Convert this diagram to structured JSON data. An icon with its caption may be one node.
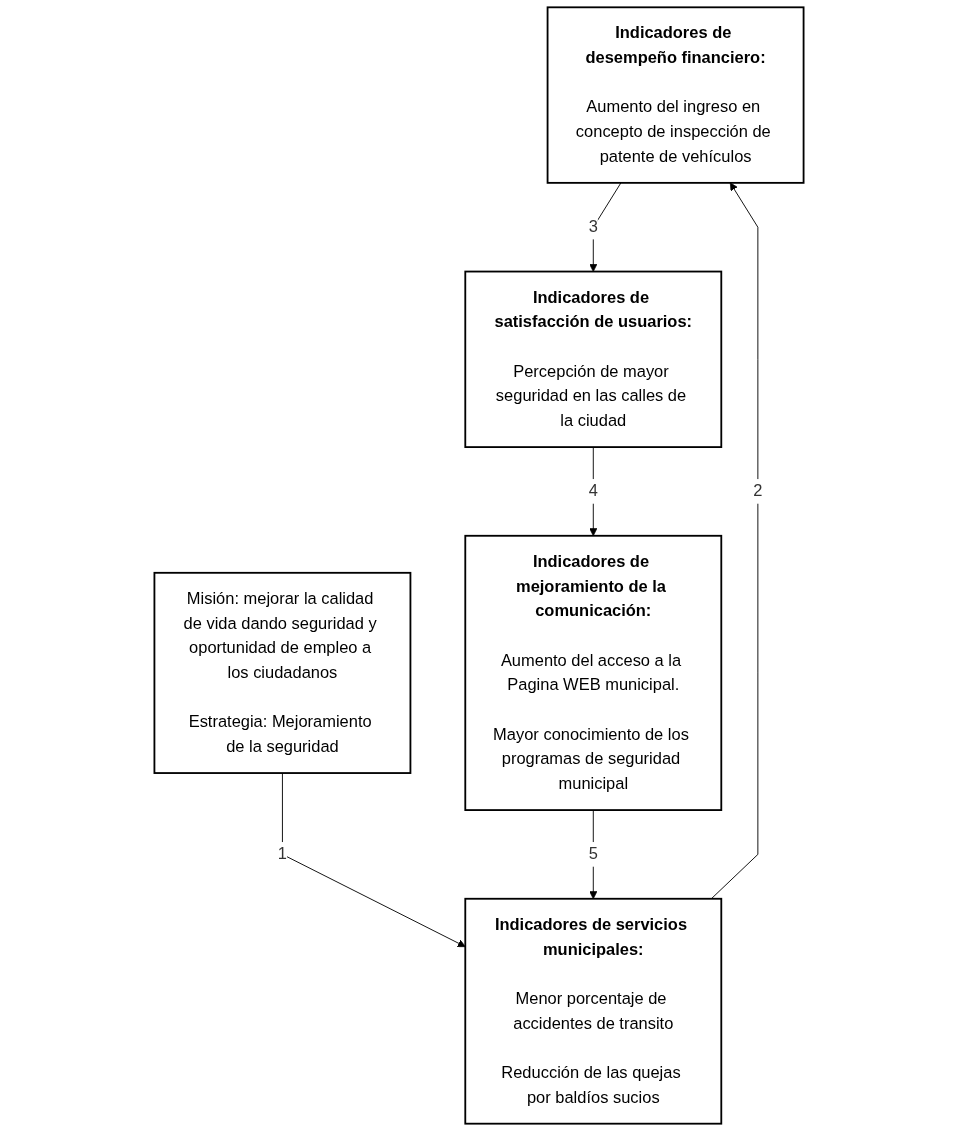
{
  "diagram": {
    "nodes": [
      {
        "text": [
          "Indicadores de desempeño financiero:",
          "Aumento del ingreso en concepto de inspección de patente de vehículos"
        ]
      },
      {
        "text": [
          "Indicadores de satisfacción de usuarios:",
          "Percepción de mayor seguridad en las calles de la ciudad"
        ]
      },
      {
        "text": [
          "Misión: mejorar la calidad de vida dando seguridad y oportunidad de empleo a los ciudadanos",
          "Estrategia: Mejoramiento de la seguridad"
        ]
      },
      {
        "text": [
          "Indicadores de servicios municipales:",
          "Menor porcentaje de accidentes de transito",
          "Reducción de las quejas por baldíos sucios"
        ]
      },
      {
        "text": [
          "Indicadores de mejoramiento de la comunicación:",
          "Aumento del acceso a la Pagina WEB municipal.",
          "Mayor conocimiento de los programas de seguridad municipal"
        ]
      }
    ],
    "edges": [
      {
        "from": 2,
        "to": 3,
        "arrow": "to",
        "label": "1"
      },
      {
        "from": 3,
        "to": 0,
        "arrow": "to",
        "label": "2"
      },
      {
        "from": 0,
        "to": 1,
        "arrow": "to",
        "label": "3"
      },
      {
        "from": 1,
        "to": 4,
        "arrow": "to",
        "label": "4"
      },
      {
        "from": 4,
        "to": 3,
        "arrow": "to",
        "label": "5"
      }
    ]
  }
}
